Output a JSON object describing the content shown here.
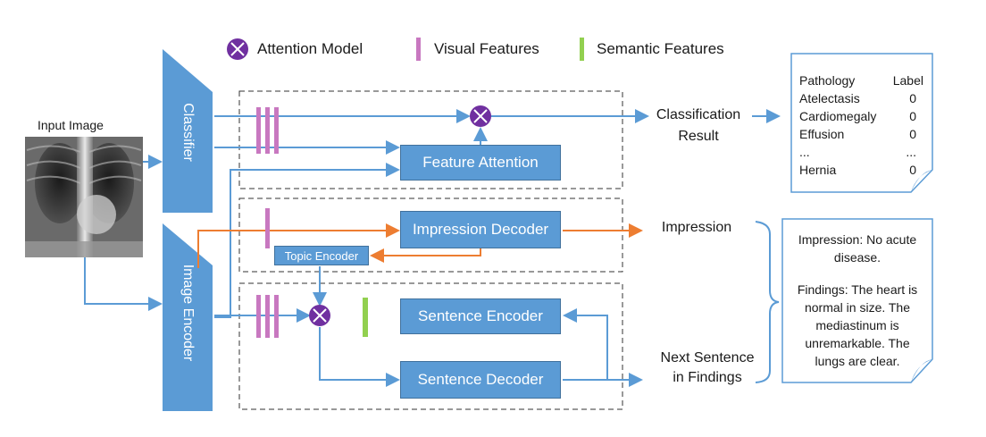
{
  "legend": {
    "attention": "Attention Model",
    "visual": "Visual Features",
    "semantic": "Semantic Features"
  },
  "input_label": "Input Image",
  "classifier": "Classifier",
  "image_encoder": "Image Encoder",
  "boxes": {
    "feature_attention": "Feature Attention",
    "impression_decoder": "Impression Decoder",
    "topic_encoder": "Topic Encoder",
    "sentence_encoder": "Sentence Encoder",
    "sentence_decoder": "Sentence Decoder"
  },
  "outputs": {
    "classification_line1": "Classification",
    "classification_line2": "Result",
    "impression": "Impression",
    "next_line1": "Next Sentence",
    "next_line2": "in Findings"
  },
  "label_table": {
    "headers": [
      "Pathology",
      "Label"
    ],
    "rows": [
      [
        "Atelectasis",
        "0"
      ],
      [
        "Cardiomegaly",
        "0"
      ],
      [
        "Effusion",
        "0"
      ],
      [
        "...",
        "..."
      ],
      [
        "Hernia",
        "0"
      ]
    ]
  },
  "report": {
    "impression_line1": "Impression: No acute",
    "impression_line2": "disease.",
    "findings_lines": [
      "Findings: The heart is",
      "normal in size. The",
      "mediastinum is",
      "unremarkable. The",
      "lungs are clear."
    ]
  },
  "colors": {
    "box_blue": "#5b9bd5",
    "arrow_blue": "#5b9bd5",
    "arrow_orange": "#ed7d31",
    "visual_feature": "#c878c0",
    "semantic_feature": "#92d050",
    "attention": "#7030a0"
  }
}
